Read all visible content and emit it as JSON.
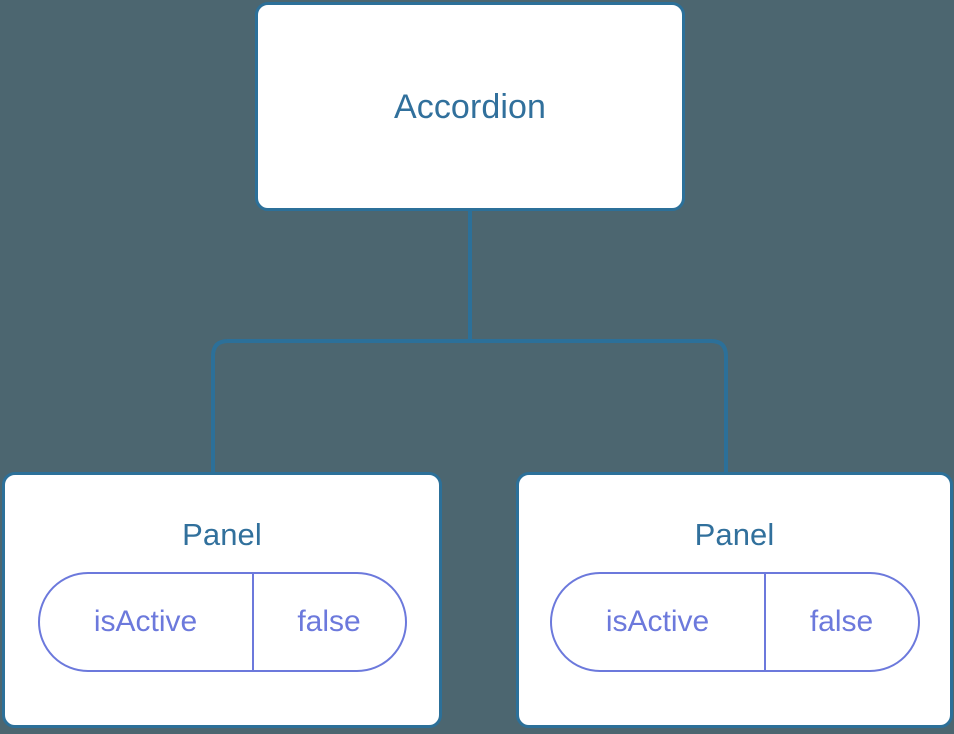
{
  "diagram": {
    "type": "component-tree",
    "background_color": "#4c6670",
    "node_border_color": "#2c7099",
    "node_fill_color": "#ffffff",
    "node_text_color": "#31709c",
    "edge_color": "#2c7099",
    "pill_color": "#6c79dc",
    "root": {
      "title": "Accordion"
    },
    "children": [
      {
        "title": "Panel",
        "state": {
          "key": "isActive",
          "value": "false"
        }
      },
      {
        "title": "Panel",
        "state": {
          "key": "isActive",
          "value": "false"
        }
      }
    ]
  }
}
